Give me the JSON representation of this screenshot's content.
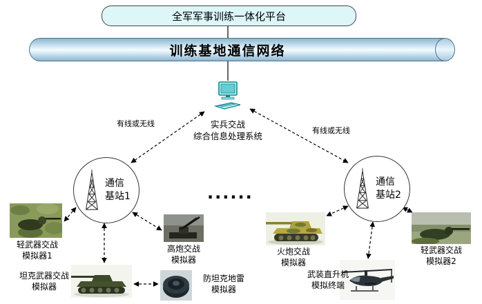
{
  "platform": {
    "title": "全军军事训练一体化平台"
  },
  "network": {
    "title": "训练基地通信网络"
  },
  "processor": {
    "label": "实兵交战\n综合信息处理系统"
  },
  "links": {
    "left_label": "有线或无线",
    "right_label": "有线或无线"
  },
  "stations": {
    "left": "通信\n基站1",
    "right": "通信\n基站2",
    "dots": "······"
  },
  "simulators": {
    "light1": "轻武器交战\n模拟器1",
    "tank": "坦克武器交战\n模拟器",
    "aa_gun": "高炮交战\n模拟器",
    "mine": "防坦克地雷\n模拟器",
    "artillery": "火炮交战\n模拟器",
    "helicopter": "武装直升机\n模拟终端",
    "light2": "轻武器交战\n模拟器2"
  },
  "colors": {
    "platform_fill": "#ddf6f8",
    "cylinder_blue": "#8fb6cf",
    "computer_teal": "#0a8a8f",
    "line_black": "#000000"
  }
}
